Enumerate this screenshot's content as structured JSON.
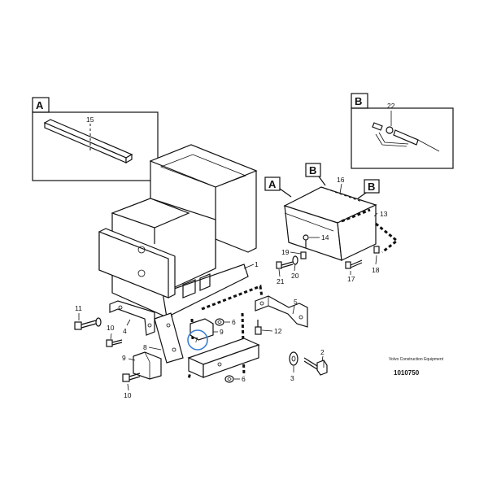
{
  "detail_a": {
    "letter": "A",
    "part": "15"
  },
  "detail_b": {
    "letter": "B",
    "part": "22"
  },
  "callouts": {
    "c1": "1",
    "c2": "2",
    "c3": "3",
    "c4": "4",
    "c5": "5",
    "c6a": "6",
    "c6b": "6",
    "c7": "7",
    "c8": "8",
    "c9a": "9",
    "c9b": "9",
    "c10a": "10",
    "c10b": "10",
    "c11": "11",
    "c12": "12",
    "c13": "13",
    "c14": "14",
    "c16": "16",
    "c17": "17",
    "c18": "18",
    "c19": "19",
    "c20": "20",
    "c21": "21"
  },
  "ref_tags": {
    "a": "A",
    "b1": "B",
    "b2": "B"
  },
  "caption": {
    "line1": "Volvo Construction Equipment",
    "line2": "1010750"
  }
}
